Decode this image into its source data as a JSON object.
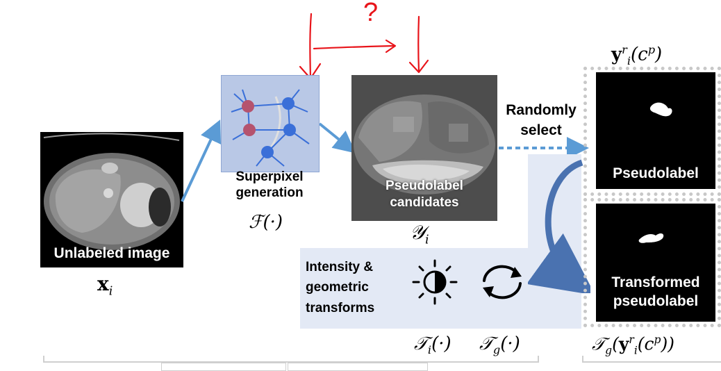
{
  "labels": {
    "unlabeled_image": "Unlabeled image",
    "superpixel_generation": "Superpixel generation",
    "pseudolabel_candidates": "Pseudolabel candidates",
    "randomly_select": "Randomly select",
    "pseudolabel": "Pseudolabel",
    "transformed_pseudolabel": "Transformed pseudolabel",
    "intensity_geometric_transforms": "Intensity & geometric transforms"
  },
  "math": {
    "x_i": "x",
    "x_i_sub": "i",
    "F": "ℱ(·)",
    "Y_i": "𝒴",
    "Y_i_sub": "i",
    "y_label": "y",
    "y_label_sup": "r",
    "y_label_sub": "i",
    "y_label_arg": "(c",
    "y_label_arg_sup": "p",
    "y_label_close": ")",
    "T_i": "𝒯",
    "T_i_sub": "i",
    "T_i_arg": "(·)",
    "T_g": "𝒯",
    "T_g_sub": "g",
    "T_g_arg": "(·)",
    "T_g_y": "𝒯",
    "T_g_y_sub": "g",
    "T_g_y_open": "(",
    "T_g_y_y": "y",
    "T_g_y_sup": "r",
    "T_g_y_sub2": "i",
    "T_g_y_arg": "(c",
    "T_g_y_arg_sup": "p",
    "T_g_y_close": "))"
  },
  "annotation": {
    "question_mark": "?"
  },
  "colors": {
    "arrow_blue": "#5b9bd5",
    "panel_bg": "#e3e9f5",
    "superpixel_bg": "#b9c8e6",
    "node_red": "#b5536e",
    "node_blue": "#3a6fd8",
    "annotation_red": "#e8141a"
  },
  "icons": [
    "sun-half-icon",
    "rotate-arrows-icon"
  ]
}
